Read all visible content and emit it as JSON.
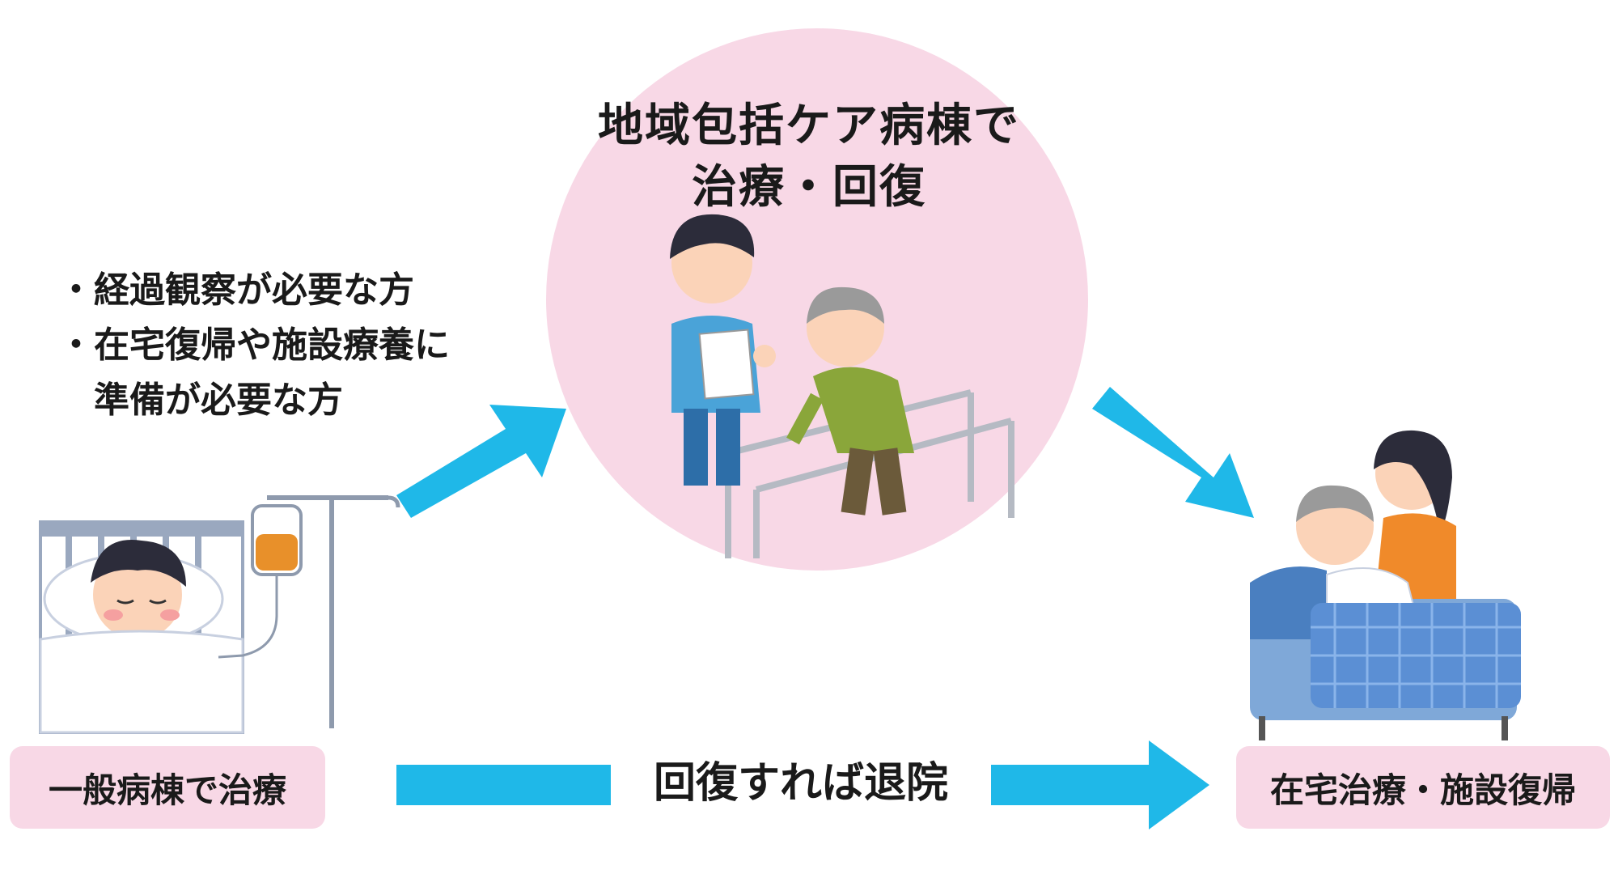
{
  "circle": {
    "title_line1": "地域包括ケア病棟で",
    "title_line2": "治療・回復",
    "color": "#f8d8e6"
  },
  "notes": {
    "line1": "・経過観察が必要な方",
    "line2": "・在宅復帰や施設療養に",
    "line3": "　準備が必要な方"
  },
  "boxes": {
    "left": "一般病棟で治療",
    "right": "在宅治療・施設復帰"
  },
  "flow": {
    "bottom_label": "回復すれば退院",
    "arrow_color": "#1fb8e8"
  }
}
